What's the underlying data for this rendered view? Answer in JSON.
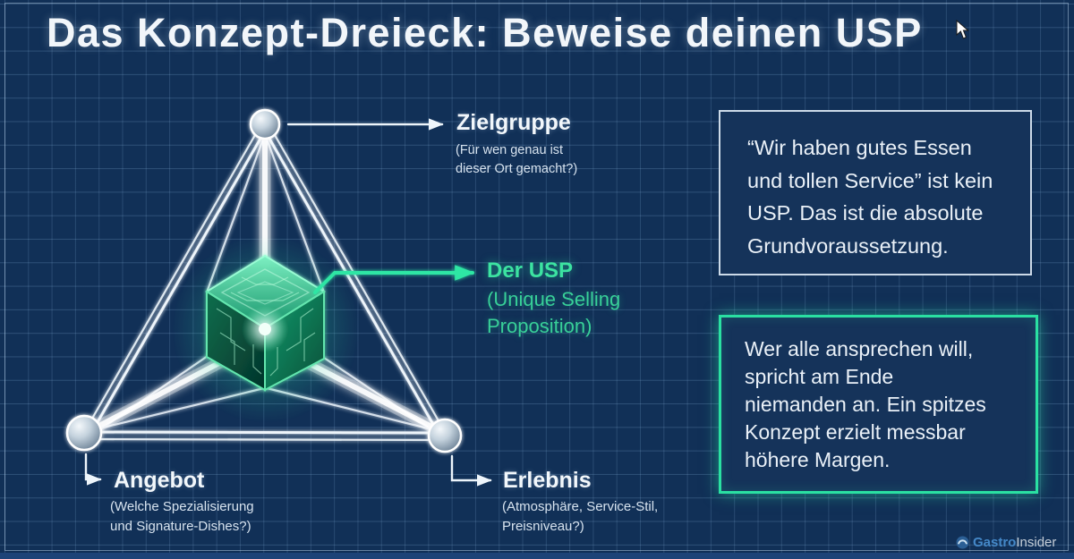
{
  "title": "Das Konzept-Dreieck: Beweise deinen USP",
  "diagram": {
    "zielgruppe": {
      "label": "Zielgruppe",
      "sub_lines": [
        "(Für wen genau ist",
        "dieser Ort gemacht?)"
      ]
    },
    "angebot": {
      "label": "Angebot",
      "sub_lines": [
        "(Welche Spezialisierung",
        "und Signature-Dishes?)"
      ]
    },
    "erlebnis": {
      "label": "Erlebnis",
      "sub_lines": [
        "(Atmosphäre, Service-Stil,",
        "Preisniveau?)"
      ]
    },
    "usp": {
      "label": "Der USP",
      "sub_lines": [
        "(Unique Selling",
        "Proposition)"
      ]
    }
  },
  "boxes": {
    "quote": {
      "lines": [
        "“Wir haben gutes Essen",
        "und tollen Service” ist kein",
        "USP. Das ist die absolute",
        "Grundvoraussetzung."
      ]
    },
    "warning": {
      "lines": [
        "Wer alle ansprechen will,",
        "spricht am Ende",
        "niemanden an. Ein spitzes",
        "Konzept erzielt messbar",
        "höhere Margen."
      ]
    }
  },
  "logo": {
    "brand_primary": "Gastro",
    "brand_secondary": "Insider"
  },
  "colors": {
    "background": "#113057",
    "grid_line": "#3f6f9e",
    "accent_green": "#2ee6a4",
    "line_white": "#eef5fb",
    "warning_border_green": "#2ae0a2",
    "quote_border_light": "#ccdae8",
    "logo_blue": "#4488c8"
  }
}
